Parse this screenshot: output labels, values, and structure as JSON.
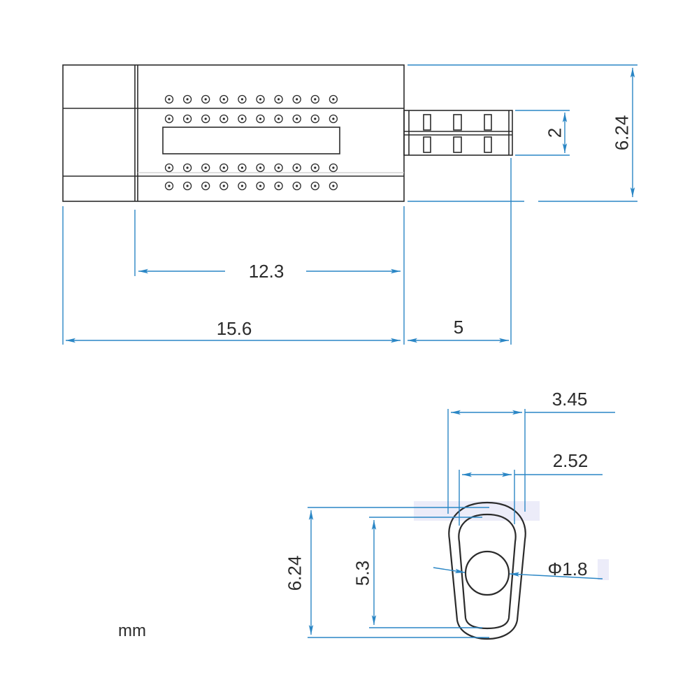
{
  "unit": "mm",
  "colors": {
    "dimension_line": "#2a86c5",
    "outline": "#2b2b2b",
    "text": "#2b2b2b"
  },
  "side_view": {
    "dimensions": {
      "height": "6.24",
      "tab_thickness": "2",
      "inner_length": "12.3",
      "overall_length": "15.6",
      "tab_length": "5"
    }
  },
  "profile_view": {
    "dimensions": {
      "outer_width": "3.45",
      "inner_width": "2.52",
      "outer_height": "6.24",
      "inner_height": "5.3",
      "bulb_diameter": "Φ1.8"
    }
  }
}
